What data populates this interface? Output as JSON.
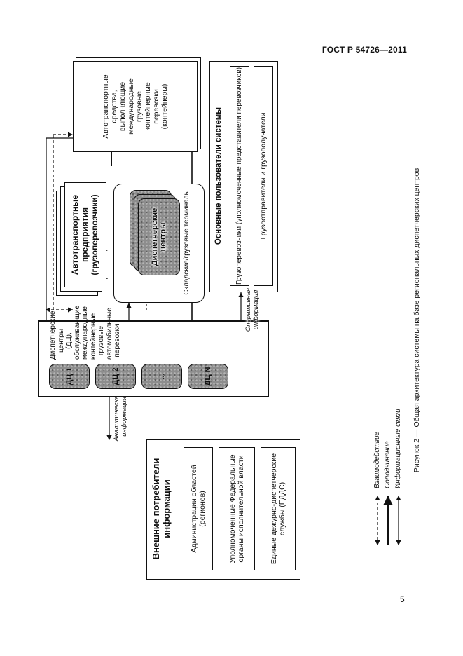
{
  "header": {
    "standard_code": "ГОСТ Р 54726—2011"
  },
  "page_number": "5",
  "figure": {
    "caption": "Рисунок 2 — Общая архитектура системы на базе региональных диспетчерских центров",
    "external_consumers": {
      "title": "Внешние потребители информации",
      "items": [
        "Администрации областей (регионов)",
        "Уполномоченные Федеральные органы исполнительной власти",
        "Единые дежурно-диспетчерские службы (ЕДДС)"
      ]
    },
    "analytic_label": "Аналитическая информация",
    "operative_label": "Оперативная информация",
    "dispatch_centers": {
      "title": "Диспетчерские центры (ДЦ), обслуживающие международные контейнерные грузовые автомобильные перевозки",
      "units": [
        "ДЦ 1",
        "ДЦ 2",
        "...",
        "ДЦ N"
      ]
    },
    "enterprises": "Автотранспортные предприятия (грузоперевозчики)",
    "terminals": {
      "center_label": "Диспетчерские центры",
      "caption": "Складские/грузовые терминалы"
    },
    "vehicles": "Автотранспортные средства, выполняющие международные грузовые контейнерные перевозки (контейнеры)",
    "users": {
      "title": "Основные пользователи системы",
      "items": [
        "Грузоперевозчики (уполномоченные представители перевозчиков)",
        "Грузоотправители и грузополучатели"
      ]
    },
    "legend": [
      {
        "label": "Взаимодействие"
      },
      {
        "label": "Соподчинение"
      },
      {
        "label": "Информационные связи"
      }
    ]
  }
}
